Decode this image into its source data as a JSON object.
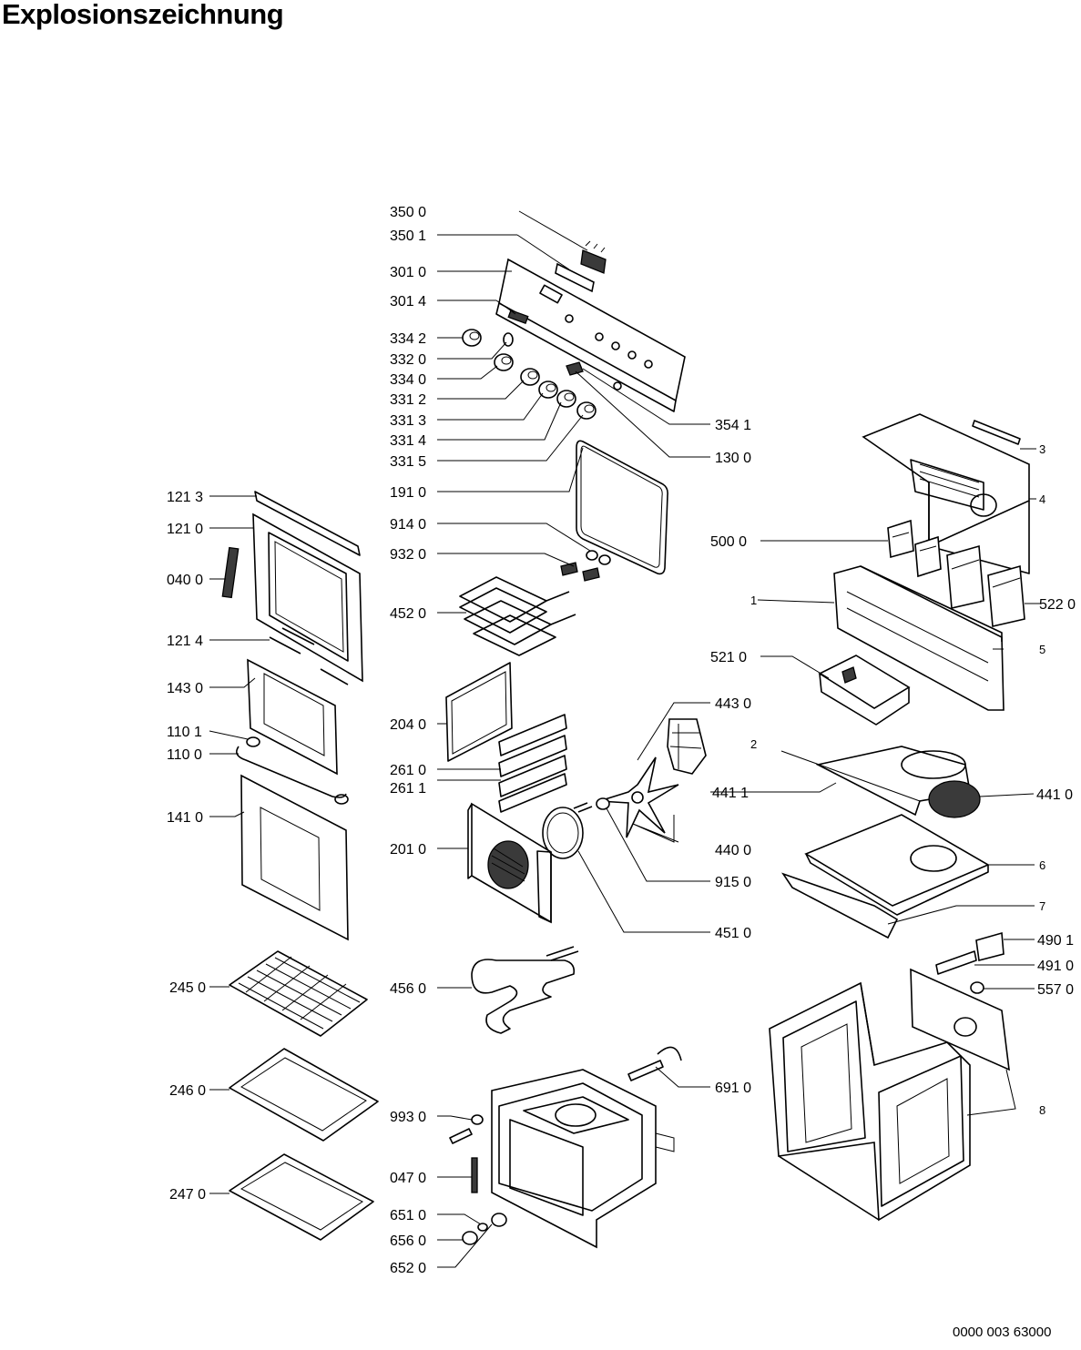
{
  "title": "Explosionszeichnung",
  "document_number": "0000 003 63000",
  "labels": {
    "p3500": "350 0",
    "p3501": "350 1",
    "p3010": "301 0",
    "p3014": "301 4",
    "p3342": "334 2",
    "p3320": "332 0",
    "p3340": "334 0",
    "p3312": "331 2",
    "p3313": "331 3",
    "p3314": "331 4",
    "p3315": "331 5",
    "p3541": "354 1",
    "p1300": "130 0",
    "p1910": "191 0",
    "p9140": "914 0",
    "p9320": "932 0",
    "p4520": "452 0",
    "p2040": "204 0",
    "p2610": "261 0",
    "p2611": "261 1",
    "p2010": "201 0",
    "p4560": "456 0",
    "p9930": "993 0",
    "p0470": "047 0",
    "p6510": "651 0",
    "p6560": "656 0",
    "p6520": "652 0",
    "p1213": "121 3",
    "p1210": "121 0",
    "p0400": "040 0",
    "p1214": "121 4",
    "p1430": "143 0",
    "p1101": "110 1",
    "p1100": "110 0",
    "p1410": "141 0",
    "p2450": "245 0",
    "p2460": "246 0",
    "p2470": "247 0",
    "p4430": "443 0",
    "p4411": "441 1",
    "p4400": "440 0",
    "p9150": "915 0",
    "p4510": "451 0",
    "p6910": "691 0",
    "p5000": "500 0",
    "p5220": "522 0",
    "p5210": "521 0",
    "p4410": "441 0",
    "p4901": "490 1",
    "p4910": "491 0",
    "p5570": "557 0",
    "n1": "1",
    "n2": "2",
    "n3": "3",
    "n4": "4",
    "n5": "5",
    "n6": "6",
    "n7": "7",
    "n8": "8"
  }
}
